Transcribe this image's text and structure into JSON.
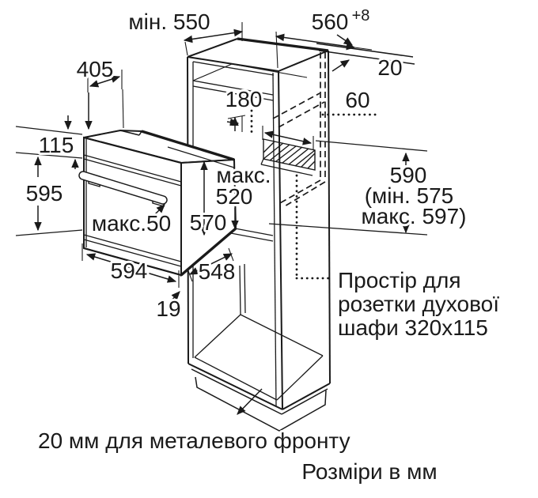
{
  "diagram_title": "Built-in oven installation dimensions",
  "units_note": "Розміри в мм",
  "footnote": "20 мм для металевого фронту",
  "socket_note": {
    "line1": "Простір для",
    "line2": "розетки духової",
    "line3": "шафи 320x115"
  },
  "dimensions": {
    "niche_depth_min": "мін. 550",
    "niche_width": "560",
    "niche_width_tolerance": "+8",
    "wall_gap": "20",
    "oven_top_depth": "405",
    "top_compartment": "180",
    "back_offset": "60",
    "panel_height": "115",
    "oven_height": "595",
    "maks_label": "макс.",
    "depth_max": "520",
    "body_height": "570",
    "handle_max": "макс.50",
    "oven_width": "594",
    "body_depth": "548",
    "gap_19": "19",
    "niche_height": "590",
    "niche_height_min": "(мін. 575",
    "niche_height_max": "макс. 597)"
  },
  "colors": {
    "line": "#1a1a1a",
    "background": "#ffffff"
  }
}
